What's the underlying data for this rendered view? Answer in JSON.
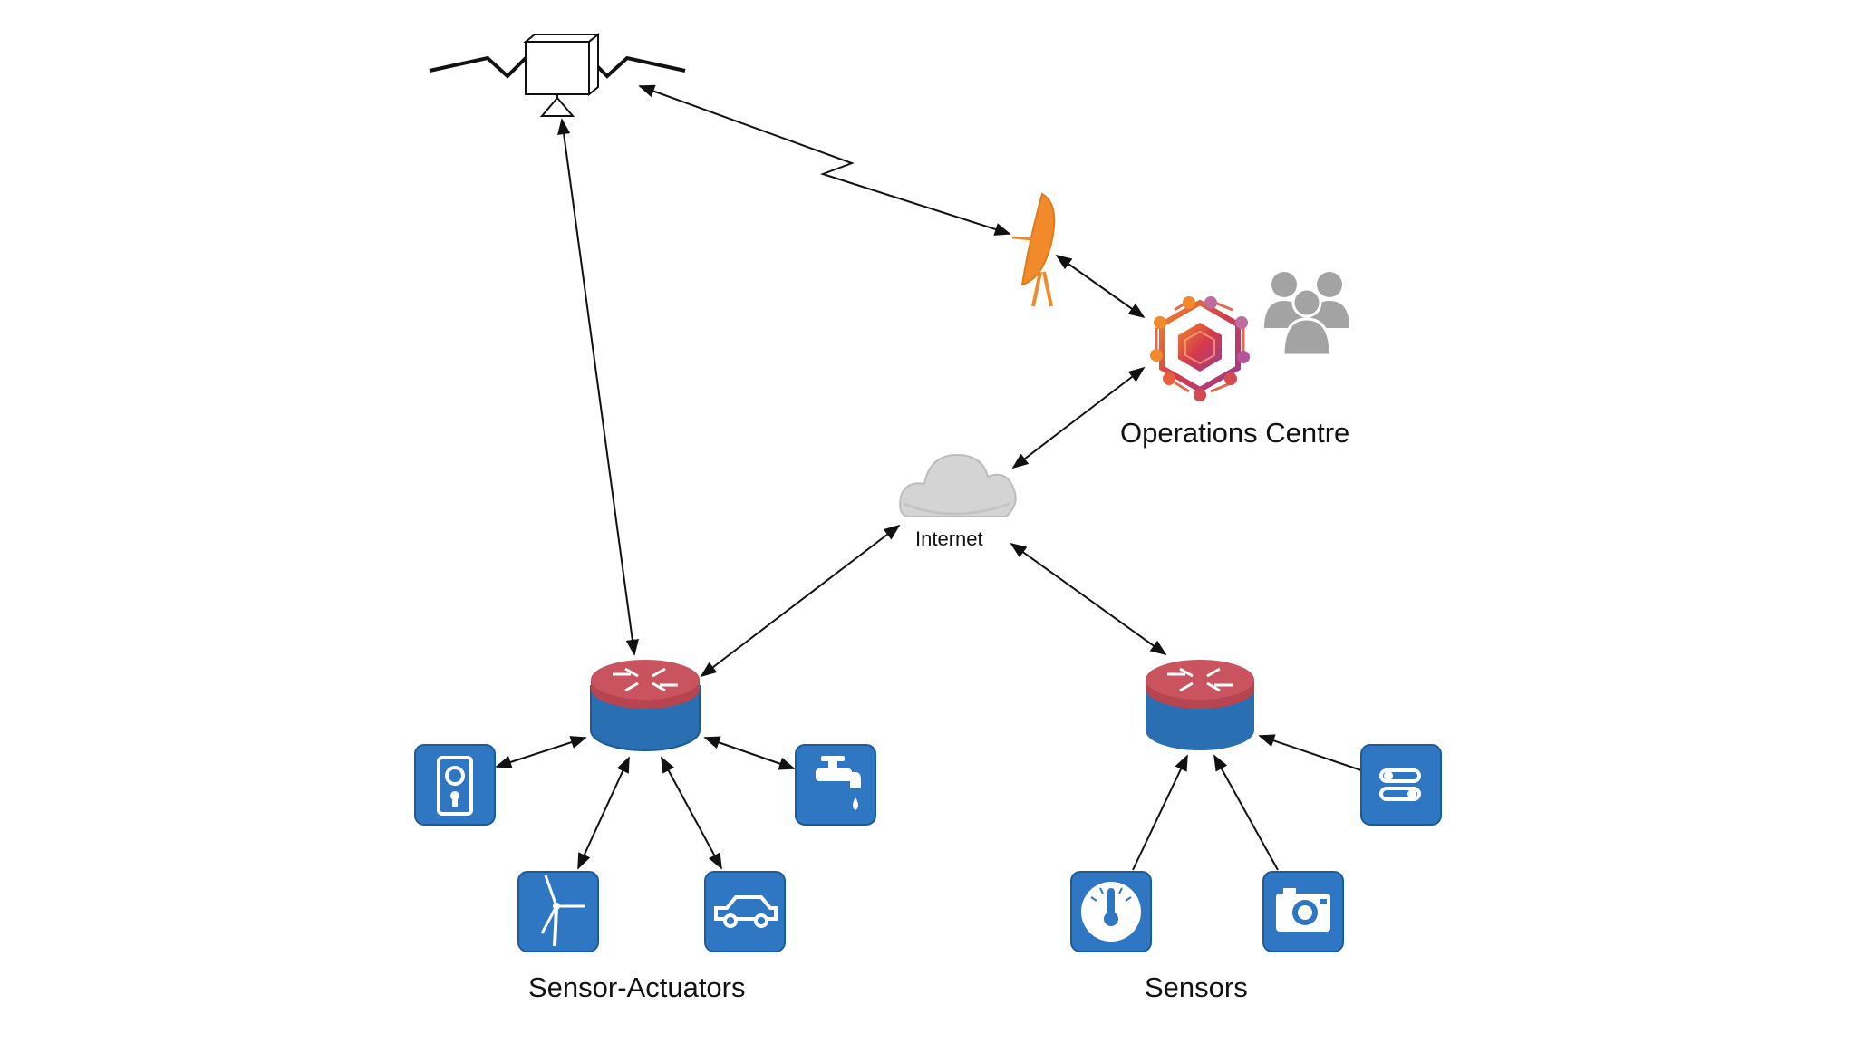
{
  "labels": {
    "operations_centre": "Operations Centre",
    "internet": "Internet",
    "sensor_actuators": "Sensor-Actuators",
    "sensors": "Sensors"
  },
  "colors": {
    "background": "#ffffff",
    "device_blue": "#2f77c2",
    "device_blue_dark": "#1b5b9c",
    "router_top": "#c9535f",
    "router_body": "#2a6fb1",
    "dish_orange": "#f08a2b",
    "cloud_gray": "#d0d0d0",
    "people_gray": "#a3a3a3",
    "line": "#111111"
  },
  "icons": {
    "satellite": "satellite-icon",
    "dish": "satellite-dish-icon",
    "hub": "hexagon-hub-icon",
    "people": "people-group-icon",
    "cloud": "cloud-icon",
    "router": "router-icon",
    "lock": "door-lock-icon",
    "tap": "water-tap-icon",
    "turbine": "wind-turbine-icon",
    "car": "car-icon",
    "gauge": "thermometer-gauge-icon",
    "camera": "camera-icon",
    "switch": "switch-icon"
  }
}
